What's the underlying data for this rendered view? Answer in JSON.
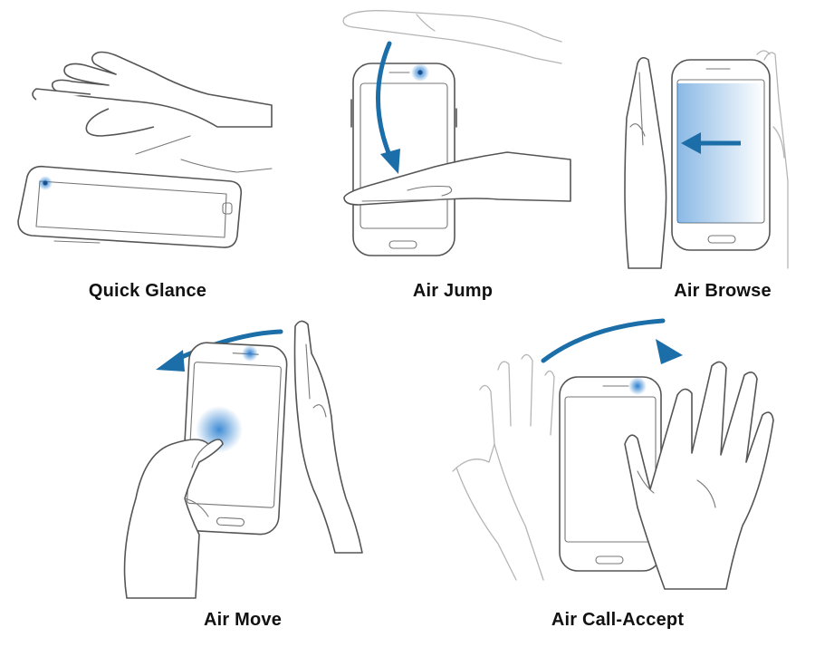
{
  "captions": {
    "quick_glance": "Quick Glance",
    "air_jump": "Air Jump",
    "air_browse": "Air Browse",
    "air_move": "Air Move",
    "air_call_accept": "Air Call-Accept"
  },
  "colors": {
    "arrow": "#1b6ea8",
    "sensor_glow": "#2a7fd0",
    "line_art": "#555555"
  }
}
